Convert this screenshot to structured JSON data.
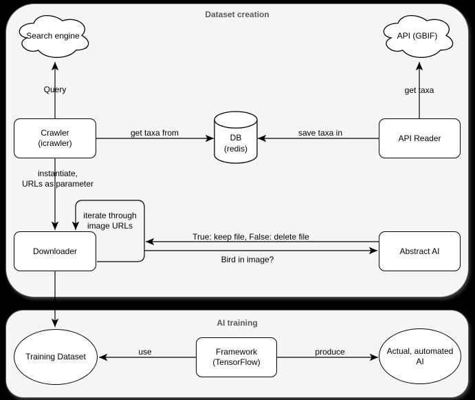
{
  "containers": {
    "dataset": {
      "title": "Dataset creation"
    },
    "training": {
      "title": "AI training"
    }
  },
  "nodes": {
    "search_engine": {
      "label": "Search engine"
    },
    "api_gbif": {
      "label": "API (GBIF)"
    },
    "crawler": {
      "line1": "Crawler",
      "line2": "(icrawler)"
    },
    "db": {
      "line1": "DB",
      "line2": "(redis)"
    },
    "api_reader": {
      "label": "API Reader"
    },
    "downloader": {
      "label": "Downloader"
    },
    "abstract_ai": {
      "label": "Abstract AI"
    },
    "training_dataset": {
      "label": "Training Dataset"
    },
    "framework": {
      "line1": "Framework",
      "line2": "(TensorFlow)"
    },
    "actual_ai": {
      "line1": "Actual, automated",
      "line2": "AI"
    }
  },
  "edges": {
    "query": {
      "label": "Query"
    },
    "get_taxa": {
      "label": "get taxa"
    },
    "get_taxa_from": {
      "label": "get taxa from"
    },
    "save_taxa_in": {
      "label": "save taxa in"
    },
    "instantiate": {
      "line1": "instantiate,",
      "line2": "URLs as parameter"
    },
    "iterate": {
      "line1": "iterate through",
      "line2": "image URLs"
    },
    "keep_delete": {
      "label": "True: keep file, False: delete file"
    },
    "bird": {
      "label": "Bird in image?"
    },
    "use": {
      "label": "use"
    },
    "produce": {
      "label": "produce"
    }
  },
  "colors": {
    "page_background": "#000000",
    "container_fill": "#f5f5f5",
    "container_border": "#666666",
    "title_text": "#595959",
    "node_fill": "#ffffff",
    "stroke": "#000000"
  }
}
